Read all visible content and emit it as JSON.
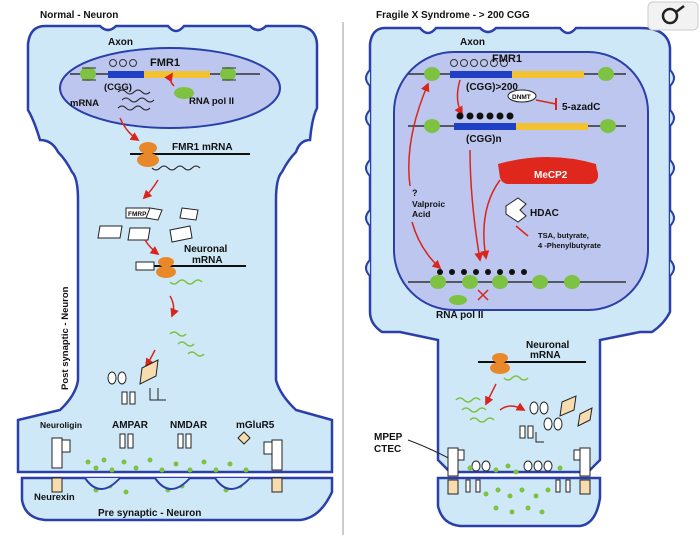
{
  "left": {
    "title": "Normal - Neuron",
    "axon": "Axon",
    "fmr1": "FMR1",
    "cgg": "(CGG)",
    "mrna": "mRNA",
    "rna_pol": "RNA pol II",
    "fmr1_mrna": "FMR1  mRNA",
    "fmrp": "FMRP",
    "neuronal_mrna_1": "Neuronal",
    "neuronal_mrna_2": "mRNA",
    "post_synaptic": "Post synaptic - Neuron",
    "neuroligin": "Neuroligin",
    "ampar": "AMPAR",
    "nmdar": "NMDAR",
    "mglur5": "mGluR5",
    "neurexin": "Neurexin",
    "pre_synaptic": "Pre synaptic - Neuron"
  },
  "right": {
    "title": "Fragile X Syndrome - > 200 CGG",
    "axon": "Axon",
    "fmr1": "FMR1",
    "cgg_200": "(CGG)>200",
    "dnmt": "DNMT",
    "azadc": "5-azadC",
    "cggn": "(CGG)n",
    "valproic_1": "?",
    "valproic_2": "Valproic",
    "valproic_3": "Acid",
    "mecp2": "MeCP2",
    "hdac": "HDAC",
    "tsa_1": "TSA, butyrate,",
    "tsa_2": "4 -Phenylbutyrate",
    "rna_pol": "RNA pol II",
    "neuronal_mrna_1": "Neuronal",
    "neuronal_mrna_2": "mRNA",
    "mpep": "MPEP",
    "ctec": "CTEC"
  },
  "colors": {
    "cell_fill": "#cfe8f8",
    "cell_stroke": "#2b3fa8",
    "nucleus_fill": "#bcc6ee",
    "blue_bar": "#1f3fc4",
    "yellow_bar": "#f2c230",
    "green": "#7dc242",
    "orange": "#e8882a",
    "red": "#d8261c",
    "mecp2_red": "#e0271e"
  },
  "icons": {
    "camera": "camera-icon"
  }
}
